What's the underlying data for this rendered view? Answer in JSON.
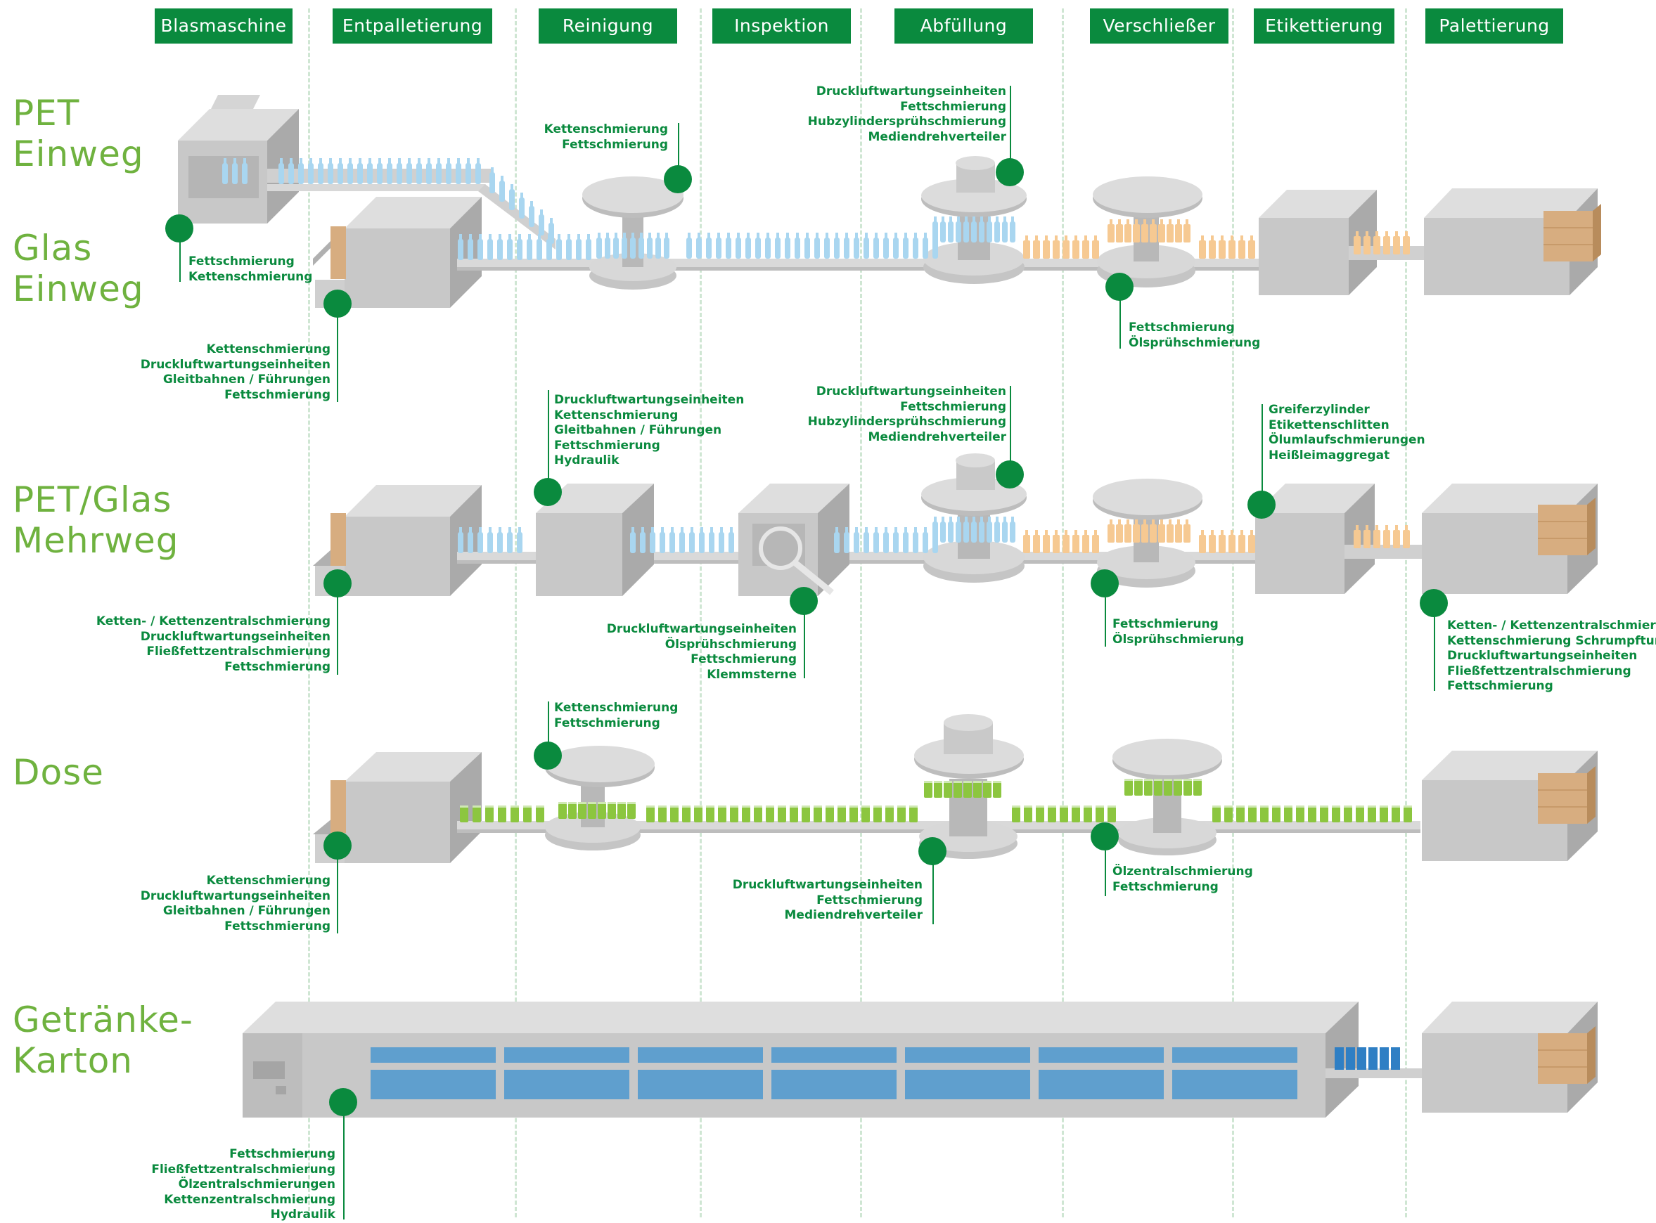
{
  "stations": [
    "Blasmaschine",
    "Entpalletierung",
    "Reinigung",
    "Inspektion",
    "Abfüllung",
    "Verschließer",
    "Etikettierung",
    "Palettierung"
  ],
  "rows": {
    "pet": "PET\nEinweg",
    "glas": "Glas\nEinweg",
    "mehrweg": "PET/Glas\nMehrweg",
    "dose": "Dose",
    "karton": "Getränke-\nKarton"
  },
  "annotations": {
    "a1": [
      "Fettschmierung",
      "Kettenschmierung"
    ],
    "a2": [
      "Kettenschmierung",
      "Druckluftwartungseinheiten",
      "Gleitbahnen / Führungen",
      "Fettschmierung"
    ],
    "a3": [
      "Kettenschmierung",
      "Fettschmierung"
    ],
    "a4": [
      "Druckluftwartungseinheiten",
      "Fettschmierung",
      "Hubzylindersprühschmierung",
      "Mediendrehverteiler"
    ],
    "a5": [
      "Fettschmierung",
      "Ölsprühschmierung"
    ],
    "b1": [
      "Ketten- / Kettenzentralschmierung",
      "Druckluftwartungseinheiten",
      "Fließfettzentralschmierung",
      "Fettschmierung"
    ],
    "b2": [
      "Druckluftwartungseinheiten",
      "Kettenschmierung",
      "Gleitbahnen / Führungen",
      "Fettschmierung",
      "Hydraulik"
    ],
    "b3": [
      "Druckluftwartungseinheiten",
      "Ölsprühschmierung",
      "Fettschmierung",
      "Klemmsterne"
    ],
    "b4": [
      "Druckluftwartungseinheiten",
      "Fettschmierung",
      "Hubzylindersprühschmierung",
      "Mediendrehverteiler"
    ],
    "b5": [
      "Fettschmierung",
      "Ölsprühschmierung"
    ],
    "b6": [
      "Greiferzylinder",
      "Etikettenschlitten",
      "Ölumlaufschmierungen",
      "Heißleimaggregat"
    ],
    "b7": [
      "Ketten- / Kettenzentralschmierung",
      "Kettenschmierung Schrumpftunnel",
      "Druckluftwartungseinheiten",
      "Fließfettzentralschmierung",
      "Fettschmierung"
    ],
    "c1": [
      "Kettenschmierung",
      "Druckluftwartungseinheiten",
      "Gleitbahnen / Führungen",
      "Fettschmierung"
    ],
    "c2": [
      "Kettenschmierung",
      "Fettschmierung"
    ],
    "c3": [
      "Druckluftwartungseinheiten",
      "Fettschmierung",
      "Mediendrehverteiler"
    ],
    "c4": [
      "Ölzentralschmierung",
      "Fettschmierung"
    ],
    "d1": [
      "Fettschmierung",
      "Fließfettzentralschmierung",
      "Ölzentralschmierungen",
      "Kettenzentralschmierung",
      "Hydraulik"
    ]
  },
  "colors": {
    "brand_green": "#0a8a3e",
    "label_green": "#6fb23f",
    "guide_line": "#cfe6d3",
    "machine_gray": "#c8c8c8",
    "pet_bottle": "#a9d6f0",
    "glass_bottle": "#f6c992",
    "can": "#8cc63f",
    "carton_window": "#5f9fce",
    "pallet": "#d7ad80"
  },
  "icons": [
    "magnifier-icon"
  ]
}
